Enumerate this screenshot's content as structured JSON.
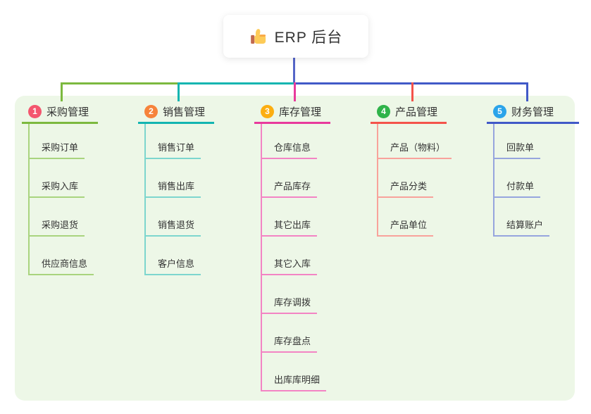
{
  "root": {
    "label": "ERP 后台",
    "icon": "thumbs-up-icon"
  },
  "branches": [
    {
      "index": "1",
      "label": "采购管理",
      "color": "#7cb93f",
      "light_color": "#a9d47e",
      "badge_color": "#f4566e",
      "children": [
        "采购订单",
        "采购入库",
        "采购退货",
        "供应商信息"
      ]
    },
    {
      "index": "2",
      "label": "销售管理",
      "color": "#13b5b1",
      "light_color": "#7dd6ce",
      "badge_color": "#f6833b",
      "children": [
        "销售订单",
        "销售出库",
        "销售退货",
        "客户信息"
      ]
    },
    {
      "index": "3",
      "label": "库存管理",
      "color": "#e83a9c",
      "light_color": "#f384c4",
      "badge_color": "#fcae11",
      "children": [
        "仓库信息",
        "产品库存",
        "其它出库",
        "其它入库",
        "库存调拨",
        "库存盘点",
        "出库库明细"
      ]
    },
    {
      "index": "4",
      "label": "产品管理",
      "color": "#f4534b",
      "light_color": "#f8a29b",
      "badge_color": "#2fb34a",
      "children": [
        "产品（物料）",
        "产品分类",
        "产品单位"
      ]
    },
    {
      "index": "5",
      "label": "财务管理",
      "color": "#4159c7",
      "light_color": "#96a5de",
      "badge_color": "#2ba4ea",
      "children": [
        "回款单",
        "付款单",
        "结算账户"
      ]
    }
  ],
  "colors": {
    "panel_bg": "#edf7e7",
    "root_stem": "#5566c8",
    "text": "#333333"
  }
}
